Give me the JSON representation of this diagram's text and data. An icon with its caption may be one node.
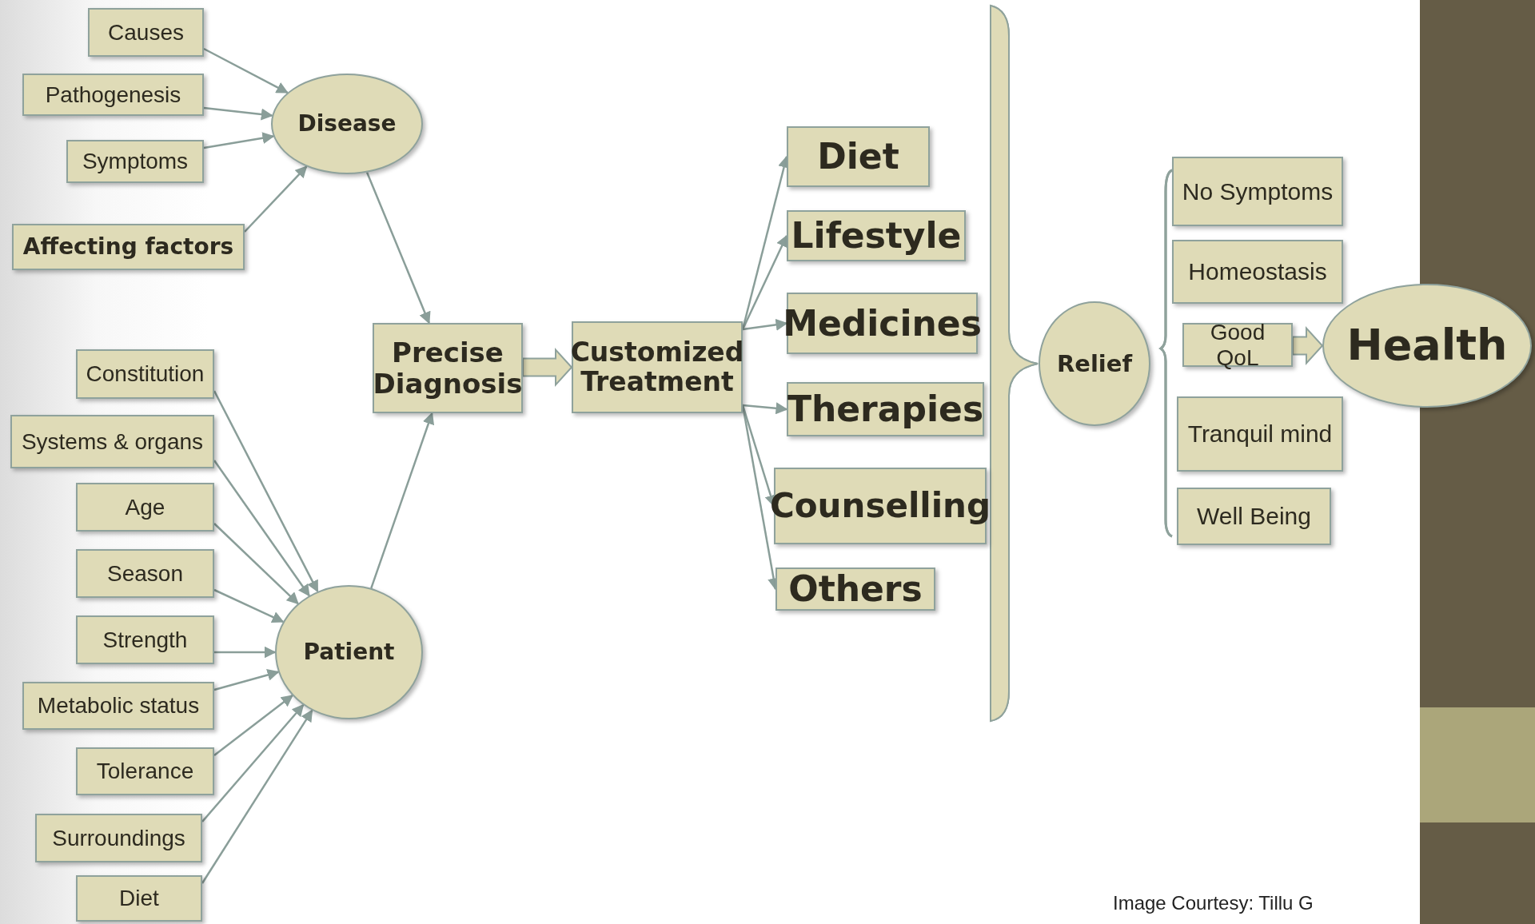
{
  "diagram": {
    "nodes": [
      {
        "text": [
          "Causes"
        ]
      },
      {
        "text": [
          "Pathogenesis"
        ]
      },
      {
        "text": [
          "Symptoms"
        ]
      },
      {
        "text": [
          "Affecting factors"
        ]
      },
      {
        "text": [
          "Disease"
        ]
      },
      {
        "text": [
          "Constitution"
        ]
      },
      {
        "text": [
          "Systems & organs"
        ]
      },
      {
        "text": [
          "Age"
        ]
      },
      {
        "text": [
          "Season"
        ]
      },
      {
        "text": [
          "Strength"
        ]
      },
      {
        "text": [
          "Metabolic status"
        ]
      },
      {
        "text": [
          "Tolerance"
        ]
      },
      {
        "text": [
          "Surroundings"
        ]
      },
      {
        "text": [
          "Diet"
        ]
      },
      {
        "text": [
          "Patient"
        ]
      },
      {
        "text": [
          "Precise Diagnosis"
        ]
      },
      {
        "text": [
          "Customized Treatment"
        ]
      },
      {
        "text": [
          "Diet"
        ]
      },
      {
        "text": [
          "Lifestyle"
        ]
      },
      {
        "text": [
          "Medicines"
        ]
      },
      {
        "text": [
          "Therapies"
        ]
      },
      {
        "text": [
          "Counselling"
        ]
      },
      {
        "text": [
          "Others"
        ]
      },
      {
        "text": [
          "Relief"
        ]
      },
      {
        "text": [
          "No Symptoms"
        ]
      },
      {
        "text": [
          "Homeostasis"
        ]
      },
      {
        "text": [
          "Good QoL"
        ]
      },
      {
        "text": [
          "Tranquil mind"
        ]
      },
      {
        "text": [
          "Well Being"
        ]
      },
      {
        "text": [
          "Health"
        ]
      },
      {
        "text": [],
        "shape": "bracket"
      },
      {
        "text": [],
        "shape": "bracket"
      }
    ],
    "edges": [
      {
        "from": 0,
        "to": 4,
        "arrow": "to"
      },
      {
        "from": 1,
        "to": 4,
        "arrow": "to"
      },
      {
        "from": 2,
        "to": 4,
        "arrow": "to"
      },
      {
        "from": 3,
        "to": 4,
        "arrow": "to"
      },
      {
        "from": 4,
        "to": 15,
        "arrow": "to"
      },
      {
        "from": 5,
        "to": 14,
        "arrow": "to"
      },
      {
        "from": 6,
        "to": 14,
        "arrow": "to"
      },
      {
        "from": 7,
        "to": 14,
        "arrow": "to"
      },
      {
        "from": 8,
        "to": 14,
        "arrow": "to"
      },
      {
        "from": 9,
        "to": 14,
        "arrow": "to"
      },
      {
        "from": 10,
        "to": 14,
        "arrow": "to"
      },
      {
        "from": 11,
        "to": 14,
        "arrow": "to"
      },
      {
        "from": 12,
        "to": 14,
        "arrow": "to"
      },
      {
        "from": 13,
        "to": 14,
        "arrow": "to"
      },
      {
        "from": 14,
        "to": 15,
        "arrow": "to"
      },
      {
        "from": 15,
        "to": 16,
        "arrow": "to",
        "style": "thick"
      },
      {
        "from": 16,
        "to": 17,
        "arrow": "to"
      },
      {
        "from": 16,
        "to": 18,
        "arrow": "to"
      },
      {
        "from": 16,
        "to": 19,
        "arrow": "to"
      },
      {
        "from": 16,
        "to": 20,
        "arrow": "to"
      },
      {
        "from": 16,
        "to": 21,
        "arrow": "to"
      },
      {
        "from": 16,
        "to": 22,
        "arrow": "to"
      },
      {
        "from": 26,
        "to": 29,
        "arrow": "to",
        "style": "thick"
      }
    ],
    "labels": [
      "Image Courtesy: Tillu G"
    ]
  }
}
